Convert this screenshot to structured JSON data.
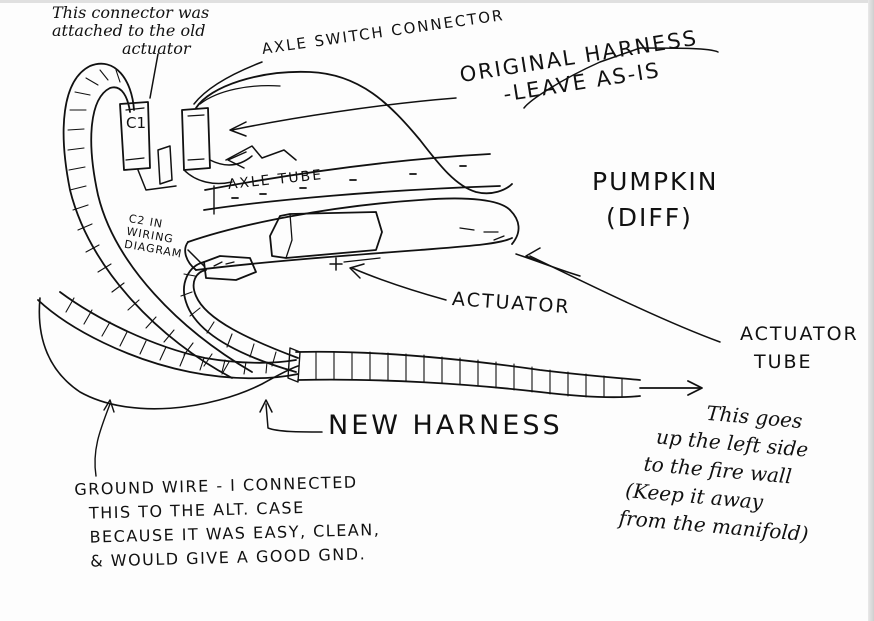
{
  "labels": {
    "connector_note": [
      "This connector was",
      "attached to the old",
      "actuator"
    ],
    "c1": "C1",
    "axle_switch": "AXLE SWITCH  CONNECTOR",
    "original_harness": [
      "ORIGINAL HARNESS",
      "-LEAVE AS-IS"
    ],
    "pumpkin": [
      "PUMPKIN",
      "(DIFF)"
    ],
    "axle_tube": "AXLE TUBE",
    "c2": [
      "C2 IN",
      "WIRING",
      "DIAGRAM"
    ],
    "actuator": "ACTUATOR",
    "actuator_tube": [
      "ACTUATOR",
      "TUBE"
    ],
    "new_harness": "NEW HARNESS",
    "this_goes": [
      "This goes",
      "up the left side",
      "to the fire wall",
      "(Keep it away",
      "from the manifold)"
    ],
    "ground_wire": [
      "GROUND WIRE - I CONNECTED",
      "THIS TO THE ALT. CASE",
      "BECAUSE IT WAS EASY, CLEAN,",
      "& WOULD GIVE A GOOD GND."
    ]
  },
  "colors": {
    "ink": "#111111",
    "paper": "#fdfdfd"
  }
}
